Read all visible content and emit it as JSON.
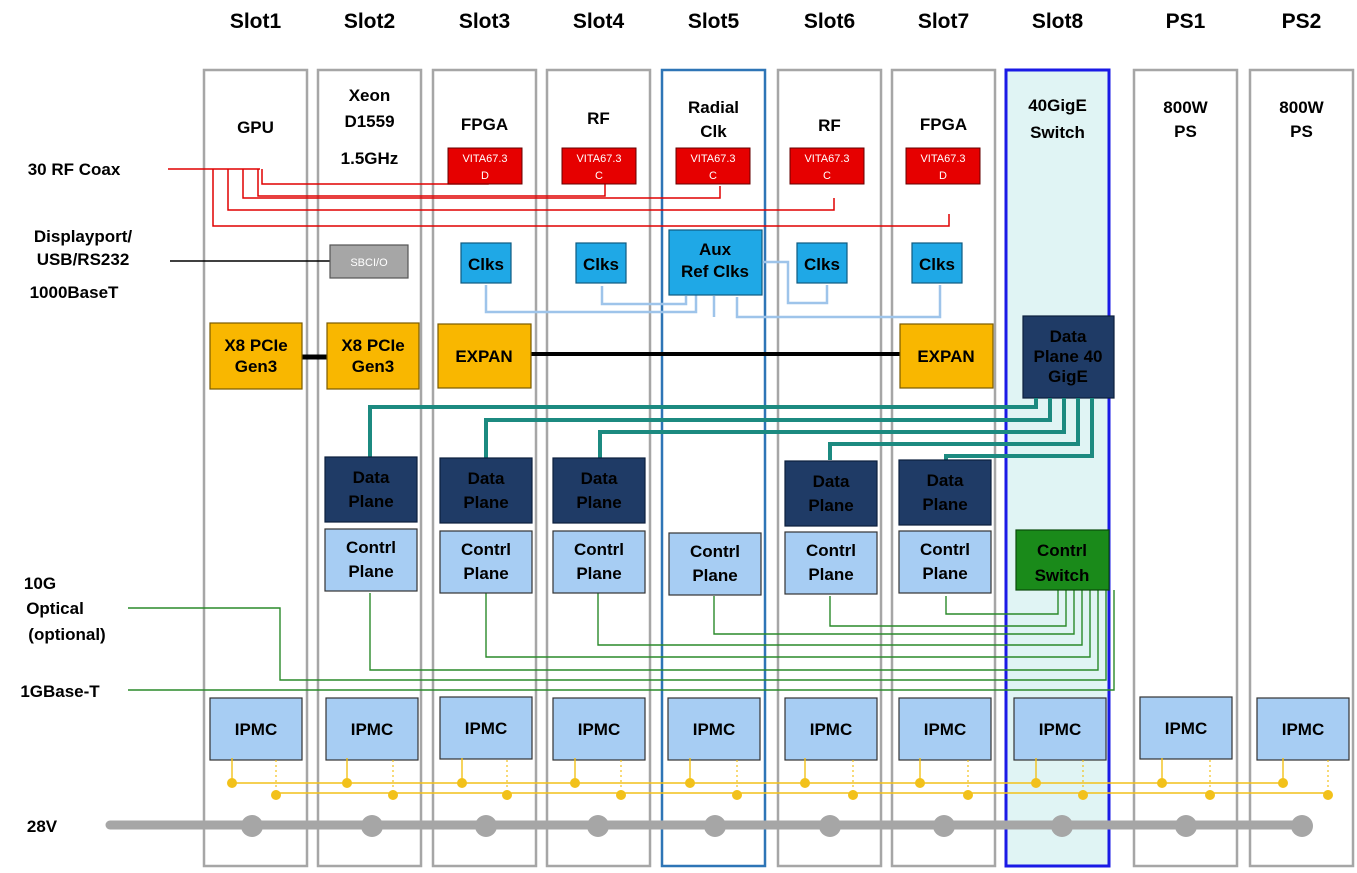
{
  "slots": [
    {
      "id": "slot1",
      "header": "Slot1",
      "title": [
        "GPU"
      ],
      "card": [
        "X8 PCIe",
        "Gen3"
      ],
      "ipmc": "IPMC"
    },
    {
      "id": "slot2",
      "header": "Slot2",
      "title": [
        "Xeon",
        "D1559",
        "1.5GHz"
      ],
      "sbc": "SBCI/O",
      "card": [
        "X8 PCIe",
        "Gen3"
      ],
      "data_plane": [
        "Data",
        "Plane"
      ],
      "contrl_plane": [
        "Contrl",
        "Plane"
      ],
      "ipmc": "IPMC"
    },
    {
      "id": "slot3",
      "header": "Slot3",
      "title": [
        "FPGA"
      ],
      "vita": [
        "VITA67.3",
        "D"
      ],
      "clks": "Clks",
      "expan": "EXPAN",
      "data_plane": [
        "Data",
        "Plane"
      ],
      "contrl_plane": [
        "Contrl",
        "Plane"
      ],
      "ipmc": "IPMC"
    },
    {
      "id": "slot4",
      "header": "Slot4",
      "title": [
        "RF"
      ],
      "vita": [
        "VITA67.3",
        "C"
      ],
      "clks": "Clks",
      "data_plane": [
        "Data",
        "Plane"
      ],
      "contrl_plane": [
        "Contrl",
        "Plane"
      ],
      "ipmc": "IPMC"
    },
    {
      "id": "slot5",
      "header": "Slot5",
      "title": [
        "Radial",
        "Clk"
      ],
      "vita": [
        "VITA67.3",
        "C"
      ],
      "aux": [
        "Aux",
        "Ref Clks"
      ],
      "contrl_plane": [
        "Contrl",
        "Plane"
      ],
      "ipmc": "IPMC"
    },
    {
      "id": "slot6",
      "header": "Slot6",
      "title": [
        "RF"
      ],
      "vita": [
        "VITA67.3",
        "C"
      ],
      "clks": "Clks",
      "data_plane": [
        "Data",
        "Plane"
      ],
      "contrl_plane": [
        "Contrl",
        "Plane"
      ],
      "ipmc": "IPMC"
    },
    {
      "id": "slot7",
      "header": "Slot7",
      "title": [
        "FPGA"
      ],
      "vita": [
        "VITA67.3",
        "D"
      ],
      "clks": "Clks",
      "expan": "EXPAN",
      "data_plane": [
        "Data",
        "Plane"
      ],
      "contrl_plane": [
        "Contrl",
        "Plane"
      ],
      "ipmc": "IPMC"
    },
    {
      "id": "slot8",
      "header": "Slot8",
      "title": [
        "40GigE",
        "Switch"
      ],
      "dp40": [
        "Data",
        "Plane 40",
        "GigE"
      ],
      "contrl_switch": [
        "Contrl",
        "Switch"
      ],
      "ipmc": "IPMC"
    },
    {
      "id": "ps1",
      "header": "PS1",
      "title": [
        "800W",
        "PS"
      ],
      "ipmc": "IPMC"
    },
    {
      "id": "ps2",
      "header": "PS2",
      "title": [
        "800W",
        "PS"
      ],
      "ipmc": "IPMC"
    }
  ],
  "external": {
    "rf_coax": "30 RF Coax",
    "displayport": [
      "Displayport/",
      "USB/RS232",
      "1000BaseT"
    ],
    "optical": [
      "10G",
      "Optical",
      "(optional)"
    ],
    "base_t": "1GBase-T",
    "power": "28V"
  },
  "colors": {
    "rf_red": "#e00000",
    "clk_blue": "#9ec4ea",
    "data_teal": "#1c8a80",
    "ctrl_green": "#2a8a2a",
    "bus_yellow": "#f2c11a",
    "rail_gray": "#a6a6a6",
    "dark_navy": "#1f3b66",
    "light_blue": "#a7cdf3",
    "orange": "#f9b700",
    "switch_green": "#1a8a1a",
    "slot8_fill": "#e0f4f4"
  }
}
